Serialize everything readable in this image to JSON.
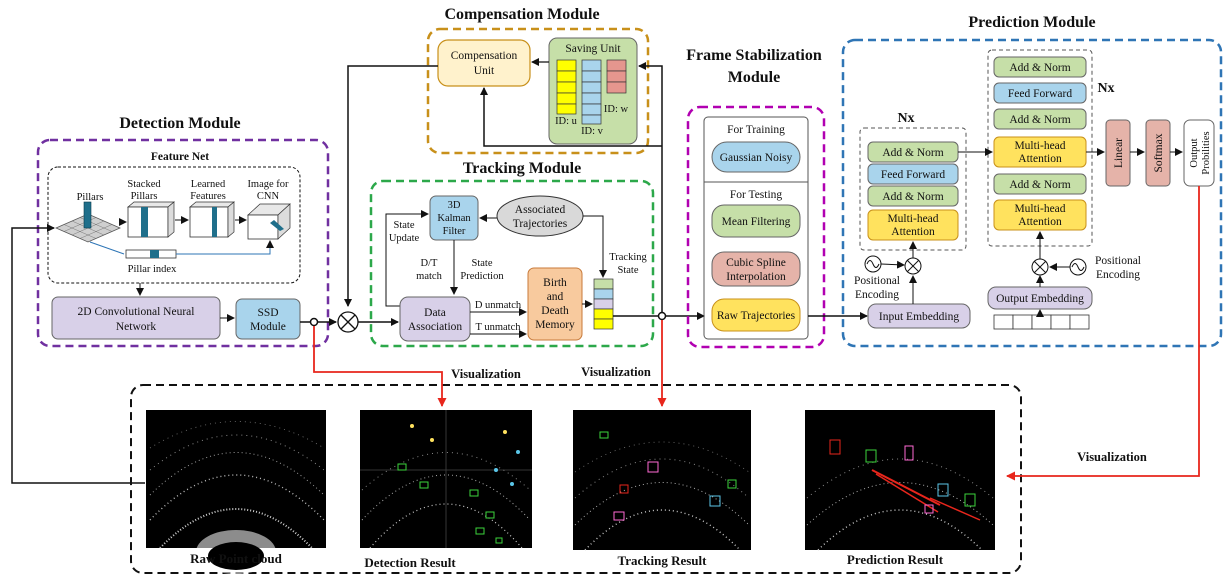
{
  "colors": {
    "yellow": "#ffe25e",
    "green": "#c6dfa8",
    "blue": "#a9d4ec",
    "pink": "#e5b3a9",
    "orange": "#f8ca9e",
    "purple": "#d8d0e8",
    "grey": "#d9d9d9",
    "cream": "#fff2cc",
    "red": "#e8261c",
    "detection_border": "#7030a0",
    "compensation_border": "#c8901a",
    "tracking_border": "#2ca84a",
    "frame_border": "#b100b1",
    "prediction_border": "#2f75b5"
  },
  "modules": {
    "detection": {
      "title": "Detection Module",
      "feature_net": "Feature Net",
      "pillars": "Pillars",
      "stacked_pillars_1": "Stacked",
      "stacked_pillars_2": "Pillars",
      "learned_features_1": "Learned",
      "learned_features_2": "Features",
      "image_for_cnn_1": "Image for",
      "image_for_cnn_2": "CNN",
      "pillar_index": "Pillar index",
      "cnn_1": "2D Convolutional Neural",
      "cnn_2": "Network",
      "ssd_1": "SSD",
      "ssd_2": "Module"
    },
    "compensation": {
      "title": "Compensation Module",
      "unit_1": "Compensation",
      "unit_2": "Unit",
      "saving_unit": "Saving Unit",
      "id_u": "ID: u",
      "id_v": "ID: v",
      "id_w": "ID: w"
    },
    "tracking": {
      "title": "Tracking Module",
      "kalman_1": "3D",
      "kalman_2": "Kalman",
      "kalman_3": "Filter",
      "assoc_1": "Associated",
      "assoc_2": "Trajectories",
      "state_update_1": "State",
      "state_update_2": "Update",
      "dt_match_1": "D/T",
      "dt_match_2": "match",
      "state_pred_1": "State",
      "state_pred_2": "Prediction",
      "data_assoc_1": "Data",
      "data_assoc_2": "Association",
      "d_unmatch": "D unmatch",
      "t_unmatch": "T unmatch",
      "birth_1": "Birth",
      "birth_2": "and",
      "birth_3": "Death",
      "birth_4": "Memory",
      "tracking_state_1": "Tracking",
      "tracking_state_2": "State"
    },
    "frame": {
      "title_1": "Frame Stabilization",
      "title_2": "Module",
      "for_training": "For Training",
      "gaussian": "Gaussian Noisy",
      "for_testing": "For Testing",
      "mean_filtering": "Mean Filtering",
      "cubic_1": "Cubic Spline",
      "cubic_2": "Interpolation",
      "raw_traj": "Raw Trajectories"
    },
    "prediction": {
      "title": "Prediction Module",
      "nx_enc": "Nx",
      "nx_dec": "Nx",
      "add_norm": "Add & Norm",
      "feed_forward": "Feed Forward",
      "mha_1": "Multi-head",
      "mha_2": "Attention",
      "pos_enc_1": "Positional",
      "pos_enc_2": "Encoding",
      "input_embedding": "Input Embedding",
      "output_embedding": "Output Embedding",
      "linear": "Linear",
      "softmax": "Softmax",
      "output_prob_1": "Output",
      "output_prob_2": "Probilities"
    }
  },
  "visualization_label": "Visualization",
  "results": {
    "raw": "Raw Point cloud",
    "detection": "Detection Result",
    "tracking": "Tracking Result",
    "prediction": "Prediction Result"
  }
}
